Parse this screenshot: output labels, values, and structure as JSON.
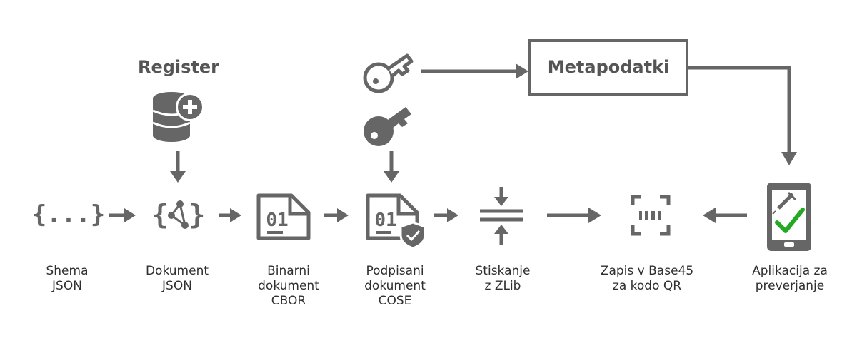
{
  "colors": {
    "icon": "#666666",
    "arrow": "#666666",
    "check": "#22aa22",
    "text": "#2f2f2f"
  },
  "top": {
    "register_label": "Register",
    "metadata_label": "Metapodatki"
  },
  "icons": {
    "schema": "{...}",
    "binary": "01",
    "signed": "01"
  },
  "steps": [
    {
      "id": "schema-json",
      "label": "Shema\nJSON",
      "icon": "braces-icon"
    },
    {
      "id": "document-json",
      "label": "Dokument\nJSON",
      "icon": "braces-share-icon"
    },
    {
      "id": "binary-cbor",
      "label": "Binarni\ndokument\nCBOR",
      "icon": "binary-file-icon"
    },
    {
      "id": "signed-cose",
      "label": "Podpisani\ndokument\nCOSE",
      "icon": "signed-file-icon"
    },
    {
      "id": "zlib",
      "label": "Stiskanje\nz ZLib",
      "icon": "compress-icon"
    },
    {
      "id": "base45-qr",
      "label": "Zapis v Base45\nza kodo QR",
      "icon": "qr-scan-icon"
    },
    {
      "id": "verifier-app",
      "label": "Aplikacija za\npreverjanje",
      "icon": "phone-check-icon"
    }
  ]
}
